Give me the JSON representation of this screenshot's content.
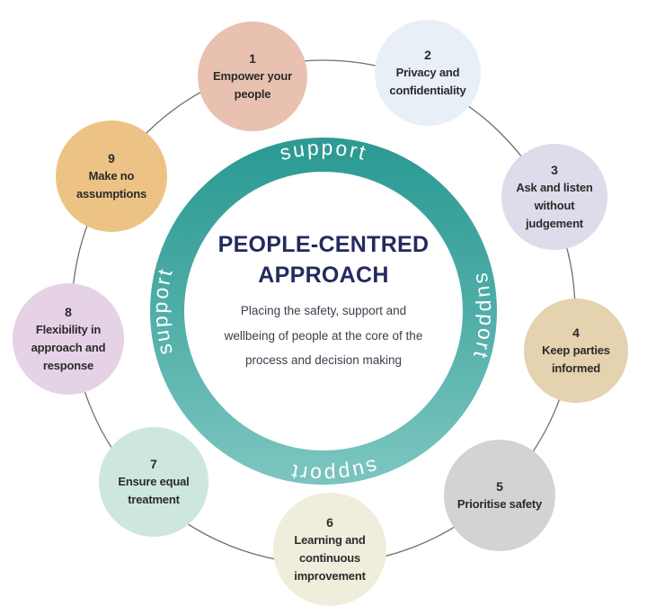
{
  "diagram": {
    "center": {
      "title_lines": [
        "PEOPLE-CENTRED",
        "APPROACH"
      ],
      "description_lines": [
        "Placing the safety, support and",
        "wellbeing of people at the core of the",
        "process and decision making"
      ],
      "title_color": "#242a5e",
      "description_color": "#3e3e4e"
    },
    "ring": {
      "label": "support",
      "text_color": "#ffffff",
      "gradient": {
        "top": "#2d9b94",
        "mid": "#4fada7",
        "bottom": "#79c4bf"
      }
    },
    "connector_color": "#6e6e6e",
    "nodes": [
      {
        "number": "1",
        "label_lines": [
          "Empower your",
          "people"
        ],
        "color": "#e9c1b1"
      },
      {
        "number": "2",
        "label_lines": [
          "Privacy and",
          "confidentiality"
        ],
        "color": "#e8eff6"
      },
      {
        "number": "3",
        "label_lines": [
          "Ask and listen",
          "without",
          "judgement"
        ],
        "color": "#dcdcea"
      },
      {
        "number": "4",
        "label_lines": [
          "Keep parties",
          "informed"
        ],
        "color": "#e5d2ae"
      },
      {
        "number": "5",
        "label_lines": [
          "Prioritise safety"
        ],
        "color": "#d3d3d4"
      },
      {
        "number": "6",
        "label_lines": [
          "Learning and",
          "continuous",
          "improvement"
        ],
        "color": "#efeedd"
      },
      {
        "number": "7",
        "label_lines": [
          "Ensure equal",
          "treatment"
        ],
        "color": "#cde7de"
      },
      {
        "number": "8",
        "label_lines": [
          "Flexibility in",
          "approach and",
          "response"
        ],
        "color": "#e6d2e7"
      },
      {
        "number": "9",
        "label_lines": [
          "Make no",
          "assumptions"
        ],
        "color": "#edc385"
      }
    ]
  }
}
